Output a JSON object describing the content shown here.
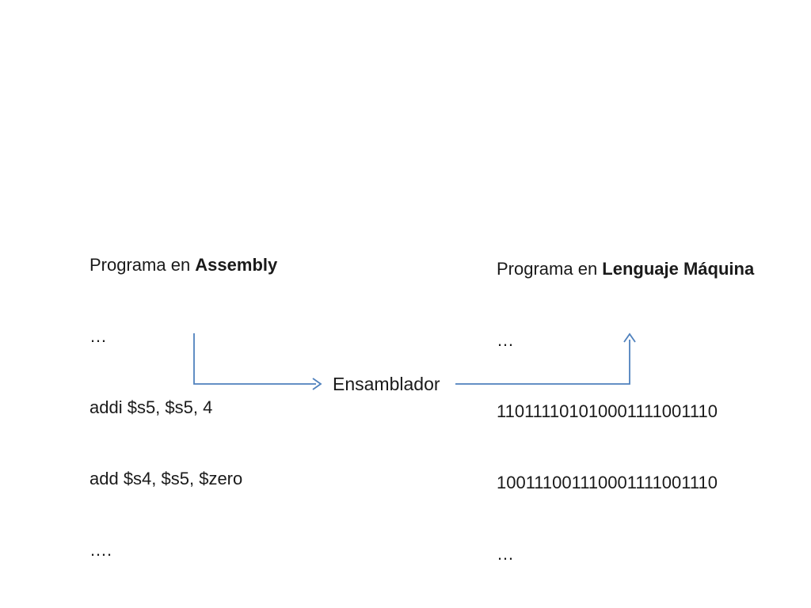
{
  "diagram": {
    "arrow_color": "#4f81bd",
    "text_color": "#1a1a1a",
    "background_color": "#ffffff"
  },
  "assembly_block": {
    "title_prefix": "Programa en ",
    "title_bold": "Assembly",
    "lines": [
      "…",
      "addi $s5, $s5, 4",
      "add $s4, $s5, $zero",
      "…."
    ]
  },
  "machine_block": {
    "title_prefix": "Programa en ",
    "title_bold": "Lenguaje Máquina",
    "lines": [
      "…",
      "110111101010001111001110",
      "100111001110001111001110",
      "…"
    ]
  },
  "assembler_label": "Ensamblador"
}
